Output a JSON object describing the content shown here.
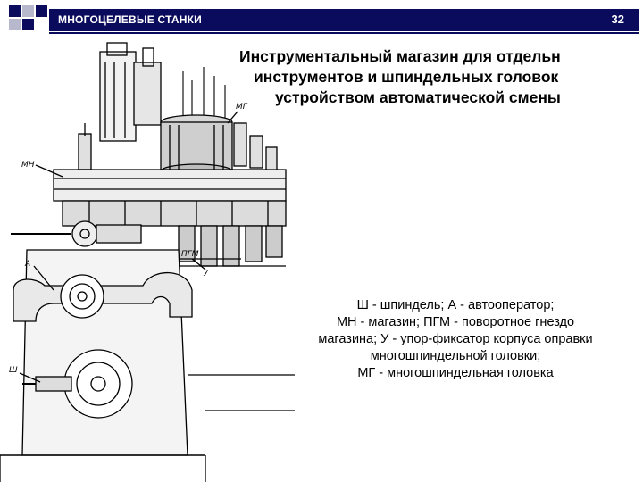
{
  "header": {
    "section_title": "МНОГОЦЕЛЕВЫЕ СТАНКИ",
    "slide_number": "32",
    "bar_color": "#0b0b5e"
  },
  "title": {
    "line1": "Инструментальный магазин для отдельн",
    "line2": "инструментов и шпиндельных головок",
    "line3": "устройством автоматической смены"
  },
  "caption": {
    "line1": "Ш - шпиндель; А - автооператор;",
    "line2": "МН - магазин; ПГМ - поворотное гнездо",
    "line3": "магазина; У - упор-фиксатор корпуса оправки",
    "line4": "многошпиндельной головки;",
    "line5": "МГ - многошпиндельная головка"
  },
  "drawing_labels": {
    "mn": "МН",
    "a": "А",
    "sh": "Ш",
    "pgm": "ПГМ",
    "u": "у",
    "mg": "МГ"
  },
  "decor": {
    "square_dark": "#0b0b5e",
    "square_light": "#b8b8cc"
  }
}
